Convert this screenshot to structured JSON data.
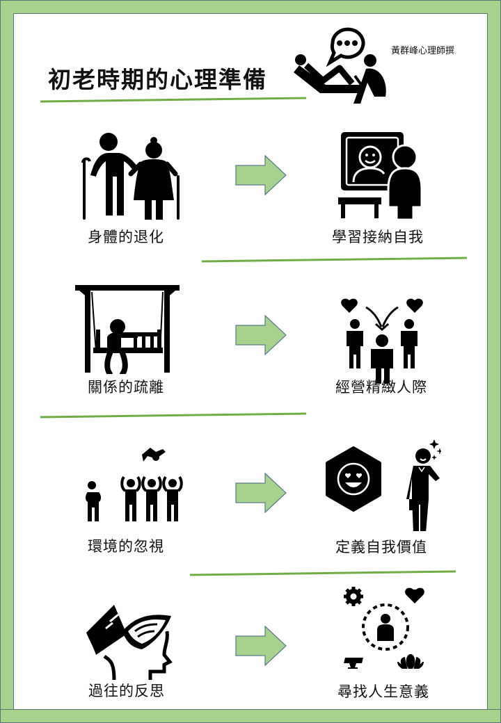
{
  "header": {
    "title": "初老時期的心理準備",
    "author": "黃群峰心理師撰",
    "icon": "counseling-session-icon"
  },
  "colors": {
    "frame_green": "#a9d18e",
    "frame_border": "#4f7a74",
    "divider_green": "#70ad47",
    "arrow_fill": "#a9d18e",
    "arrow_stroke": "#5a7a8a",
    "icon_black": "#000000"
  },
  "rows": [
    {
      "left": {
        "label": "身體的退化",
        "icon": "elderly-couple-with-canes-icon"
      },
      "right": {
        "label": "學習接納自我",
        "icon": "person-at-mirror-icon"
      },
      "arrow": "right-arrow-icon"
    },
    {
      "left": {
        "label": "關係的疏離",
        "icon": "person-alone-on-swing-icon"
      },
      "right": {
        "label": "經營精緻人際",
        "icon": "people-exchanging-hearts-icon"
      },
      "arrow": "right-arrow-icon"
    },
    {
      "left": {
        "label": "環境的忽視",
        "icon": "person-excluded-from-group-icon"
      },
      "right": {
        "label": "定義自我價值",
        "icon": "confident-businessman-smiley-icon"
      },
      "arrow": "right-arrow-icon"
    },
    {
      "left": {
        "label": "過往的反思",
        "icon": "book-in-head-icon"
      },
      "right": {
        "label": "尋找人生意義",
        "icon": "person-purpose-circle-icon"
      },
      "arrow": "right-arrow-icon"
    }
  ]
}
